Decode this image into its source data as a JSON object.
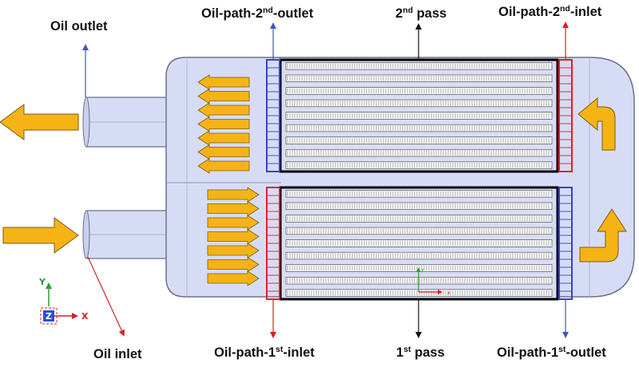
{
  "labels": {
    "oil_outlet": "Oil outlet",
    "oil_inlet": "Oil inlet",
    "path2_outlet": {
      "pre": "Oil-path-2",
      "sup": "nd",
      "post": "-outlet"
    },
    "path2_inlet": {
      "pre": "Oil-path-2",
      "sup": "nd",
      "post": "-inlet"
    },
    "path1_inlet": {
      "pre": "Oil-path-1",
      "sup": "st",
      "post": "-inlet"
    },
    "path1_outlet": {
      "pre": "Oil-path-1",
      "sup": "st",
      "post": "-outlet"
    },
    "pass2": {
      "pre": "2",
      "sup": "nd",
      "post": " pass"
    },
    "pass1": {
      "pre": "1",
      "sup": "st",
      "post": " pass"
    }
  },
  "axes": {
    "y": "Y",
    "x": "X",
    "z": "Z",
    "core_y": "y",
    "core_x": "x"
  },
  "colors": {
    "body_fill": "#d7dcf6",
    "body_stroke": "#6e7087",
    "flow_arrow": "#f5b316",
    "flow_arrow_stroke": "#7b5d12",
    "outlet_leader": "#4455bb",
    "inlet_leader": "#d42020",
    "pass_leader": "#111111",
    "blue_box": "#3344cc",
    "red_box": "#dd2222",
    "tube_stroke": "#333333"
  },
  "icons": {
    "flow_arrows": "block-arrow-icon",
    "turn_arrows": "u-turn-arrow-icon",
    "coordinate_triad": "xyz-axis-icon"
  }
}
